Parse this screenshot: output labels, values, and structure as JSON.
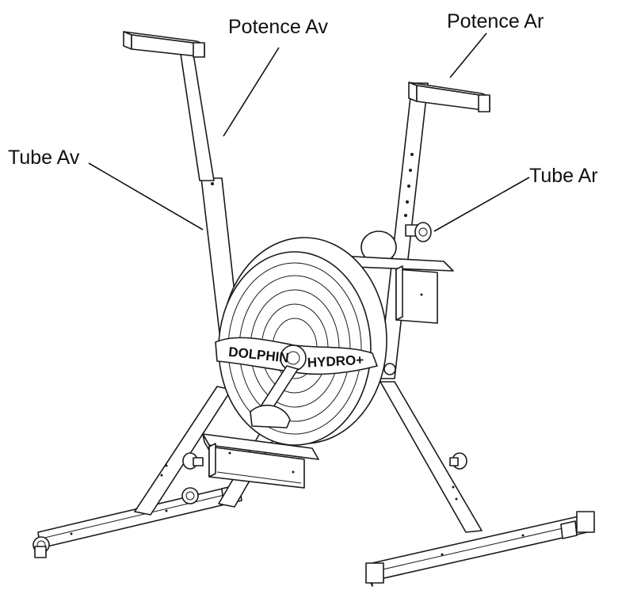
{
  "labels": {
    "potence_av": "Potence Av",
    "potence_ar": "Potence Ar",
    "tube_av": "Tube Av",
    "tube_ar": "Tube Ar"
  },
  "crank_cover": {
    "left_text": "DOLPHIN",
    "right_text": "HYDRO+"
  }
}
